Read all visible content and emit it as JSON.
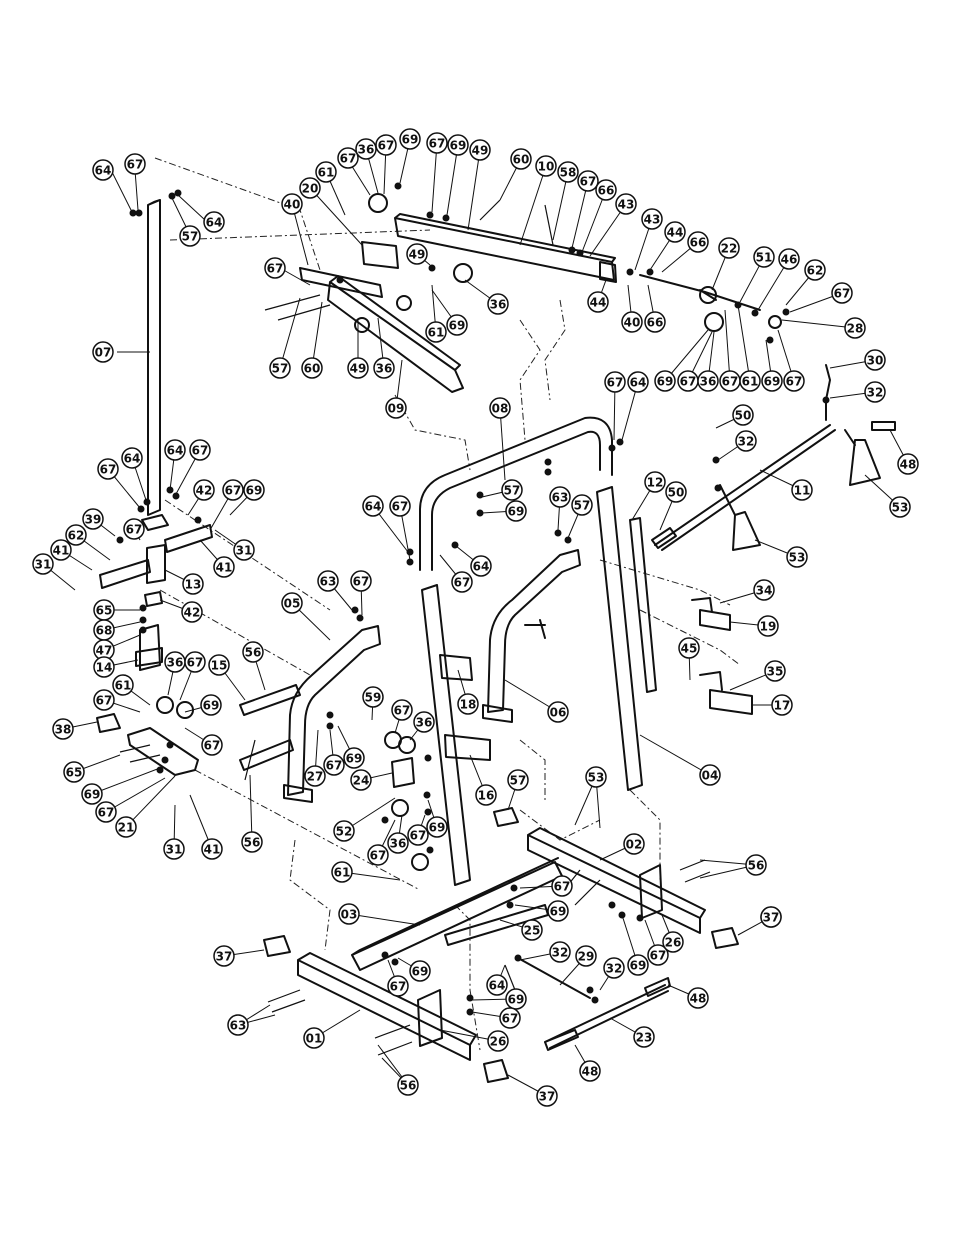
{
  "callouts": [
    {
      "label": "64"
    },
    {
      "label": "67"
    },
    {
      "label": "64"
    },
    {
      "label": "57"
    },
    {
      "label": "07"
    },
    {
      "label": "61"
    },
    {
      "label": "20"
    },
    {
      "label": "67"
    },
    {
      "label": "36"
    },
    {
      "label": "67"
    },
    {
      "label": "69"
    },
    {
      "label": "67"
    },
    {
      "label": "69"
    },
    {
      "label": "49"
    },
    {
      "label": "60"
    },
    {
      "label": "10"
    },
    {
      "label": "58"
    },
    {
      "label": "67"
    },
    {
      "label": "66"
    },
    {
      "label": "43"
    },
    {
      "label": "43"
    },
    {
      "label": "44"
    },
    {
      "label": "66"
    },
    {
      "label": "22"
    },
    {
      "label": "51"
    },
    {
      "label": "46"
    },
    {
      "label": "62"
    },
    {
      "label": "67"
    },
    {
      "label": "28"
    },
    {
      "label": "40"
    },
    {
      "label": "67"
    },
    {
      "label": "49"
    },
    {
      "label": "61"
    },
    {
      "label": "69"
    },
    {
      "label": "36"
    },
    {
      "label": "44"
    },
    {
      "label": "40"
    },
    {
      "label": "66"
    },
    {
      "label": "57"
    },
    {
      "label": "60"
    },
    {
      "label": "49"
    },
    {
      "label": "36"
    },
    {
      "label": "09"
    },
    {
      "label": "69"
    },
    {
      "label": "67"
    },
    {
      "label": "36"
    },
    {
      "label": "67"
    },
    {
      "label": "61"
    },
    {
      "label": "69"
    },
    {
      "label": "67"
    },
    {
      "label": "30"
    },
    {
      "label": "32"
    },
    {
      "label": "48"
    },
    {
      "label": "53"
    },
    {
      "label": "11"
    },
    {
      "label": "50"
    },
    {
      "label": "32"
    },
    {
      "label": "53"
    },
    {
      "label": "67"
    },
    {
      "label": "64"
    },
    {
      "label": "08"
    },
    {
      "label": "57"
    },
    {
      "label": "69"
    },
    {
      "label": "12"
    },
    {
      "label": "50"
    },
    {
      "label": "63"
    },
    {
      "label": "57"
    },
    {
      "label": "64"
    },
    {
      "label": "67"
    },
    {
      "label": "64"
    },
    {
      "label": "67"
    },
    {
      "label": "67"
    },
    {
      "label": "64"
    },
    {
      "label": "64"
    },
    {
      "label": "67"
    },
    {
      "label": "42"
    },
    {
      "label": "67"
    },
    {
      "label": "69"
    },
    {
      "label": "39"
    },
    {
      "label": "67"
    },
    {
      "label": "62"
    },
    {
      "label": "31"
    },
    {
      "label": "41"
    },
    {
      "label": "41"
    },
    {
      "label": "31"
    },
    {
      "label": "13"
    },
    {
      "label": "42"
    },
    {
      "label": "65"
    },
    {
      "label": "68"
    },
    {
      "label": "47"
    },
    {
      "label": "14"
    },
    {
      "label": "34"
    },
    {
      "label": "19"
    },
    {
      "label": "45"
    },
    {
      "label": "35"
    },
    {
      "label": "17"
    },
    {
      "label": "63"
    },
    {
      "label": "67"
    },
    {
      "label": "05"
    },
    {
      "label": "56"
    },
    {
      "label": "15"
    },
    {
      "label": "18"
    },
    {
      "label": "06"
    },
    {
      "label": "04"
    },
    {
      "label": "16"
    },
    {
      "label": "36"
    },
    {
      "label": "67"
    },
    {
      "label": "61"
    },
    {
      "label": "67"
    },
    {
      "label": "69"
    },
    {
      "label": "67"
    },
    {
      "label": "38"
    },
    {
      "label": "65"
    },
    {
      "label": "69"
    },
    {
      "label": "67"
    },
    {
      "label": "21"
    },
    {
      "label": "31"
    },
    {
      "label": "41"
    },
    {
      "label": "56"
    },
    {
      "label": "59"
    },
    {
      "label": "67"
    },
    {
      "label": "36"
    },
    {
      "label": "27"
    },
    {
      "label": "67"
    },
    {
      "label": "69"
    },
    {
      "label": "24"
    },
    {
      "label": "52"
    },
    {
      "label": "61"
    },
    {
      "label": "67"
    },
    {
      "label": "36"
    },
    {
      "label": "67"
    },
    {
      "label": "69"
    },
    {
      "label": "57"
    },
    {
      "label": "53"
    },
    {
      "label": "02"
    },
    {
      "label": "56"
    },
    {
      "label": "37"
    },
    {
      "label": "67"
    },
    {
      "label": "03"
    },
    {
      "label": "69"
    },
    {
      "label": "25"
    },
    {
      "label": "67"
    },
    {
      "label": "69"
    },
    {
      "label": "37"
    },
    {
      "label": "26"
    },
    {
      "label": "37"
    },
    {
      "label": "32"
    },
    {
      "label": "29"
    },
    {
      "label": "32"
    },
    {
      "label": "64"
    },
    {
      "label": "48"
    },
    {
      "label": "69"
    },
    {
      "label": "67"
    },
    {
      "label": "69"
    },
    {
      "label": "67"
    },
    {
      "label": "63"
    },
    {
      "label": "01"
    },
    {
      "label": "26"
    },
    {
      "label": "23"
    },
    {
      "label": "56"
    },
    {
      "label": "48"
    },
    {
      "label": "37"
    }
  ]
}
